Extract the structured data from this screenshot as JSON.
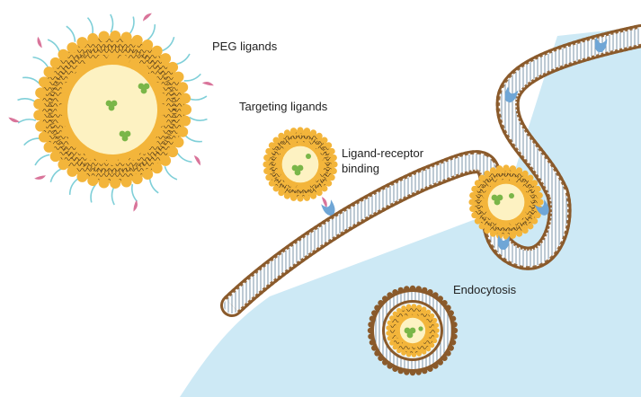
{
  "labels": {
    "peg": "PEG ligands",
    "targeting": "Targeting ligands",
    "binding_line1": "Ligand-receptor",
    "binding_line2": "binding",
    "endocytosis": "Endocytosis"
  },
  "colors": {
    "background": "#ffffff",
    "cell_interior": "#cde9f5",
    "lipid_head_outer": "#f3b53b",
    "lipid_core": "#fdf2c2",
    "lipid_tail": "#3c2a16",
    "membrane_head": "#8a5a2b",
    "membrane_tail": "#6d8aa0",
    "membrane_core": "#ffffff",
    "peg_chain": "#7fcfd8",
    "targeting_ligand": "#d9749a",
    "receptor": "#6fa6d6",
    "cargo": "#7ab648"
  },
  "icons": {
    "receptor": "receptor-protein-icon",
    "targeting_ligand": "targeting-ligand-icon",
    "cargo": "drug-cargo-icon"
  }
}
